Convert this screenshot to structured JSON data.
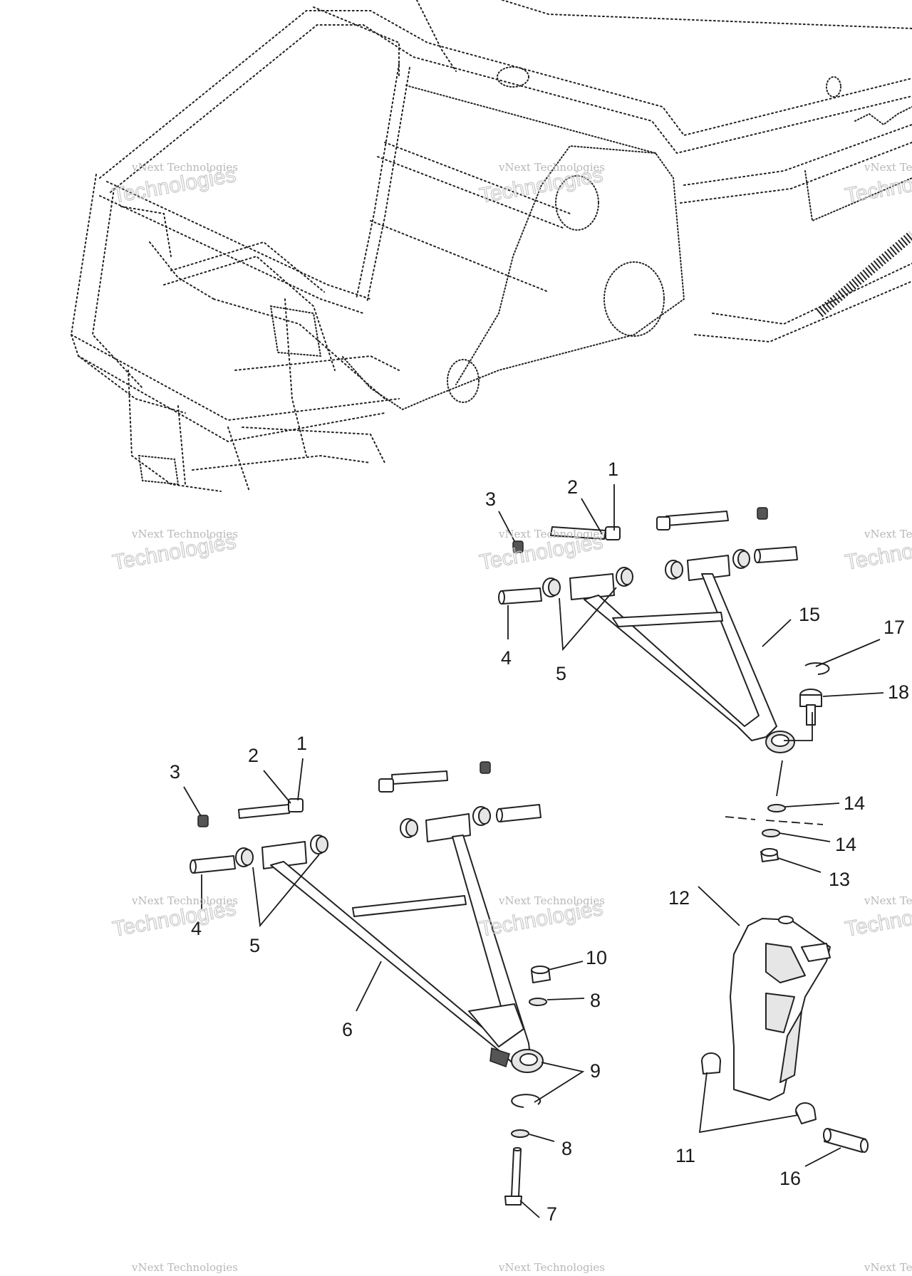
{
  "watermark": {
    "line1": "vNext Technologies",
    "line2": "Technologies"
  },
  "callouts": {
    "upper_1": "1",
    "upper_2": "2",
    "upper_3": "3",
    "upper_4": "4",
    "upper_5": "5",
    "upper_15": "15",
    "upper_17": "17",
    "upper_18": "18",
    "upper_14a": "14",
    "upper_14b": "14",
    "upper_13": "13",
    "lower_1": "1",
    "lower_2": "2",
    "lower_3": "3",
    "lower_4": "4",
    "lower_5": "5",
    "lower_6": "6",
    "lower_7": "7",
    "lower_8a": "8",
    "lower_8b": "8",
    "lower_9": "9",
    "lower_10": "10",
    "spindle_11": "11",
    "spindle_12": "12",
    "spindle_16": "16"
  }
}
